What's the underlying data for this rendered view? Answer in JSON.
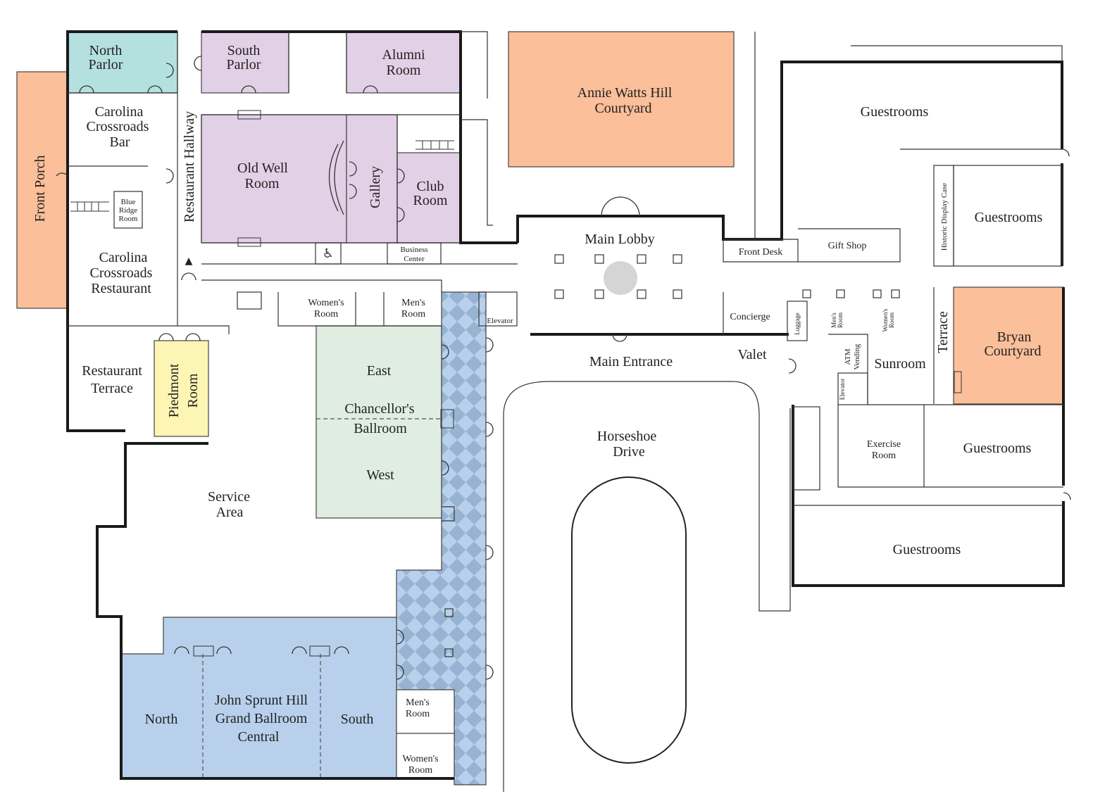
{
  "colors": {
    "orange": "#fbbf99",
    "teal": "#b4e0df",
    "purple": "#e2d0e6",
    "green": "#dfeee0",
    "yellow": "#fcf5b4",
    "blue": "#b8d0ec",
    "blue_dark": "#98b3d2",
    "lobby_circle": "#d5d5d5"
  },
  "rooms": {
    "front_porch": "Front Porch",
    "north_parlor": [
      "North",
      "Parlor"
    ],
    "south_parlor": [
      "South",
      "Parlor"
    ],
    "alumni_room": [
      "Alumni",
      "Room"
    ],
    "annie_watts": [
      "Annie Watts Hill",
      "Courtyard"
    ],
    "guestrooms": "Guestrooms",
    "carolina_bar": [
      "Carolina",
      "Crossroads",
      "Bar"
    ],
    "restaurant_hallway": "Restaurant Hallway",
    "old_well": [
      "Old Well",
      "Room"
    ],
    "gallery": "Gallery",
    "club_room": [
      "Club",
      "Room"
    ],
    "blue_ridge": [
      "Blue",
      "Ridge",
      "Room"
    ],
    "carolina_restaurant": [
      "Carolina",
      "Crossroads",
      "Restaurant"
    ],
    "business_center": [
      "Business",
      "Center"
    ],
    "main_lobby": "Main Lobby",
    "front_desk": "Front Desk",
    "gift_shop": "Gift Shop",
    "historic_case": "Historic Display Case",
    "womens_room": [
      "Women's",
      "Room"
    ],
    "mens_room": [
      "Men's",
      "Room"
    ],
    "elevator": "Elevator",
    "concierge": "Concierge",
    "luggage": "Luggage",
    "terrace": "Terrace",
    "bryan_courtyard": [
      "Bryan",
      "Courtyard"
    ],
    "restaurant_terrace": [
      "Restaurant",
      "Terrace"
    ],
    "piedmont_room": [
      "Piedmont",
      "Room"
    ],
    "chancellor_east": "East",
    "chancellor_name": [
      "Chancellor's",
      "Ballroom"
    ],
    "chancellor_west": "West",
    "main_entrance": "Main Entrance",
    "valet": "Valet",
    "atm_vending": [
      "ATM",
      "Vending"
    ],
    "sunroom": "Sunroom",
    "horseshoe": [
      "Horseshoe",
      "Drive"
    ],
    "exercise_room": [
      "Exercise",
      "Room"
    ],
    "service_area": [
      "Service",
      "Area"
    ],
    "jsh_north": "North",
    "jsh_name": [
      "John Sprunt Hill",
      "Grand Ballroom",
      "Central"
    ],
    "jsh_south": "South"
  }
}
